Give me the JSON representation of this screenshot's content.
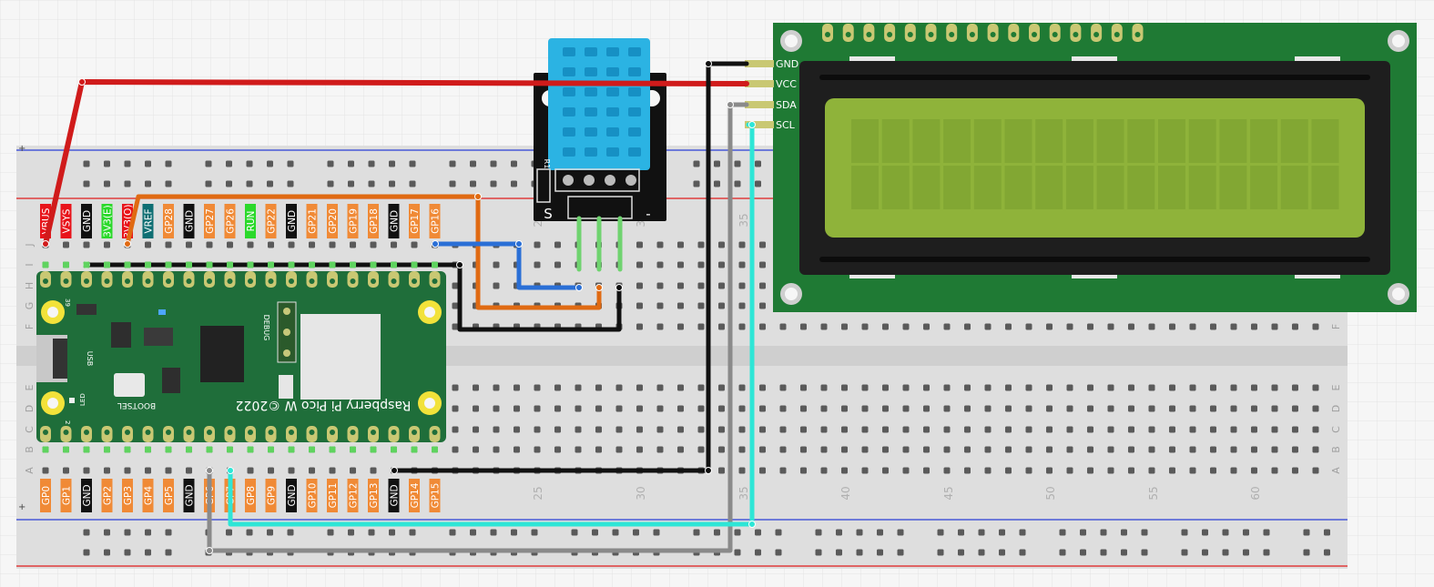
{
  "pico": {
    "top_pins": [
      {
        "label": "VBUS",
        "color": "#e8141b"
      },
      {
        "label": "VSYS",
        "color": "#e8141b"
      },
      {
        "label": "GND",
        "color": "#111111"
      },
      {
        "label": "3V3(E)",
        "color": "#2bd92b"
      },
      {
        "label": "3V3(O)",
        "color": "#e8141b"
      },
      {
        "label": "VREF",
        "color": "#0f6f73"
      },
      {
        "label": "GP28",
        "color": "#f08a36"
      },
      {
        "label": "GND",
        "color": "#111111"
      },
      {
        "label": "GP27",
        "color": "#f08a36"
      },
      {
        "label": "GP26",
        "color": "#f08a36"
      },
      {
        "label": "RUN",
        "color": "#2bd92b"
      },
      {
        "label": "GP22",
        "color": "#f08a36"
      },
      {
        "label": "GND",
        "color": "#111111"
      },
      {
        "label": "GP21",
        "color": "#f08a36"
      },
      {
        "label": "GP20",
        "color": "#f08a36"
      },
      {
        "label": "GP19",
        "color": "#f08a36"
      },
      {
        "label": "GP18",
        "color": "#f08a36"
      },
      {
        "label": "GND",
        "color": "#111111"
      },
      {
        "label": "GP17",
        "color": "#f08a36"
      },
      {
        "label": "GP16",
        "color": "#f08a36"
      }
    ],
    "bottom_pins": [
      {
        "label": "GP0",
        "color": "#f08a36"
      },
      {
        "label": "GP1",
        "color": "#f08a36"
      },
      {
        "label": "GND",
        "color": "#111111"
      },
      {
        "label": "GP2",
        "color": "#f08a36"
      },
      {
        "label": "GP3",
        "color": "#f08a36"
      },
      {
        "label": "GP4",
        "color": "#f08a36"
      },
      {
        "label": "GP5",
        "color": "#f08a36"
      },
      {
        "label": "GND",
        "color": "#111111"
      },
      {
        "label": "GP6",
        "color": "#f08a36"
      },
      {
        "label": "GP7",
        "color": "#f08a36"
      },
      {
        "label": "GP8",
        "color": "#f08a36"
      },
      {
        "label": "GP9",
        "color": "#f08a36"
      },
      {
        "label": "GND",
        "color": "#111111"
      },
      {
        "label": "GP10",
        "color": "#f08a36"
      },
      {
        "label": "GP11",
        "color": "#f08a36"
      },
      {
        "label": "GP12",
        "color": "#f08a36"
      },
      {
        "label": "GP13",
        "color": "#f08a36"
      },
      {
        "label": "GND",
        "color": "#111111"
      },
      {
        "label": "GP14",
        "color": "#f08a36"
      },
      {
        "label": "GP15",
        "color": "#f08a36"
      }
    ],
    "board_title": "Raspberry Pi Pico W ©2022",
    "usb_label": "USB",
    "bootsel_label": "BOOTSEL",
    "led_label": "LED",
    "debug_label": "DEBUG",
    "pin_num_top": "39",
    "pin_num_bottom": "2",
    "board_color": "#1f6e3a"
  },
  "breadboard": {
    "row_letters_top": [
      "J",
      "I",
      "H",
      "G",
      "F"
    ],
    "row_letters_bottom": [
      "E",
      "D",
      "C",
      "B",
      "A"
    ],
    "column_numbers": [
      "25",
      "30",
      "35",
      "40",
      "45",
      "50",
      "55",
      "60"
    ],
    "top_column_numbers": [
      "25",
      "30",
      "35"
    ],
    "rail_mark": "+",
    "rail_mark_bottom": "+"
  },
  "dht": {
    "pin_s": "S",
    "pin_minus": "-",
    "r1_label": "R1",
    "body_color": "#2bb3e3"
  },
  "lcd": {
    "pins": [
      "GND",
      "VCC",
      "SDA",
      "SCL"
    ],
    "screen_color": "#8fb33a",
    "board_color": "#1f7a34"
  },
  "wire_colors": {
    "red": "#d01b1b",
    "black": "#111111",
    "orange": "#e06a12",
    "blue": "#2a6fd6",
    "gray": "#8a8a8a",
    "cyan": "#2ee6d6",
    "green_dht": "#6fd36f"
  }
}
